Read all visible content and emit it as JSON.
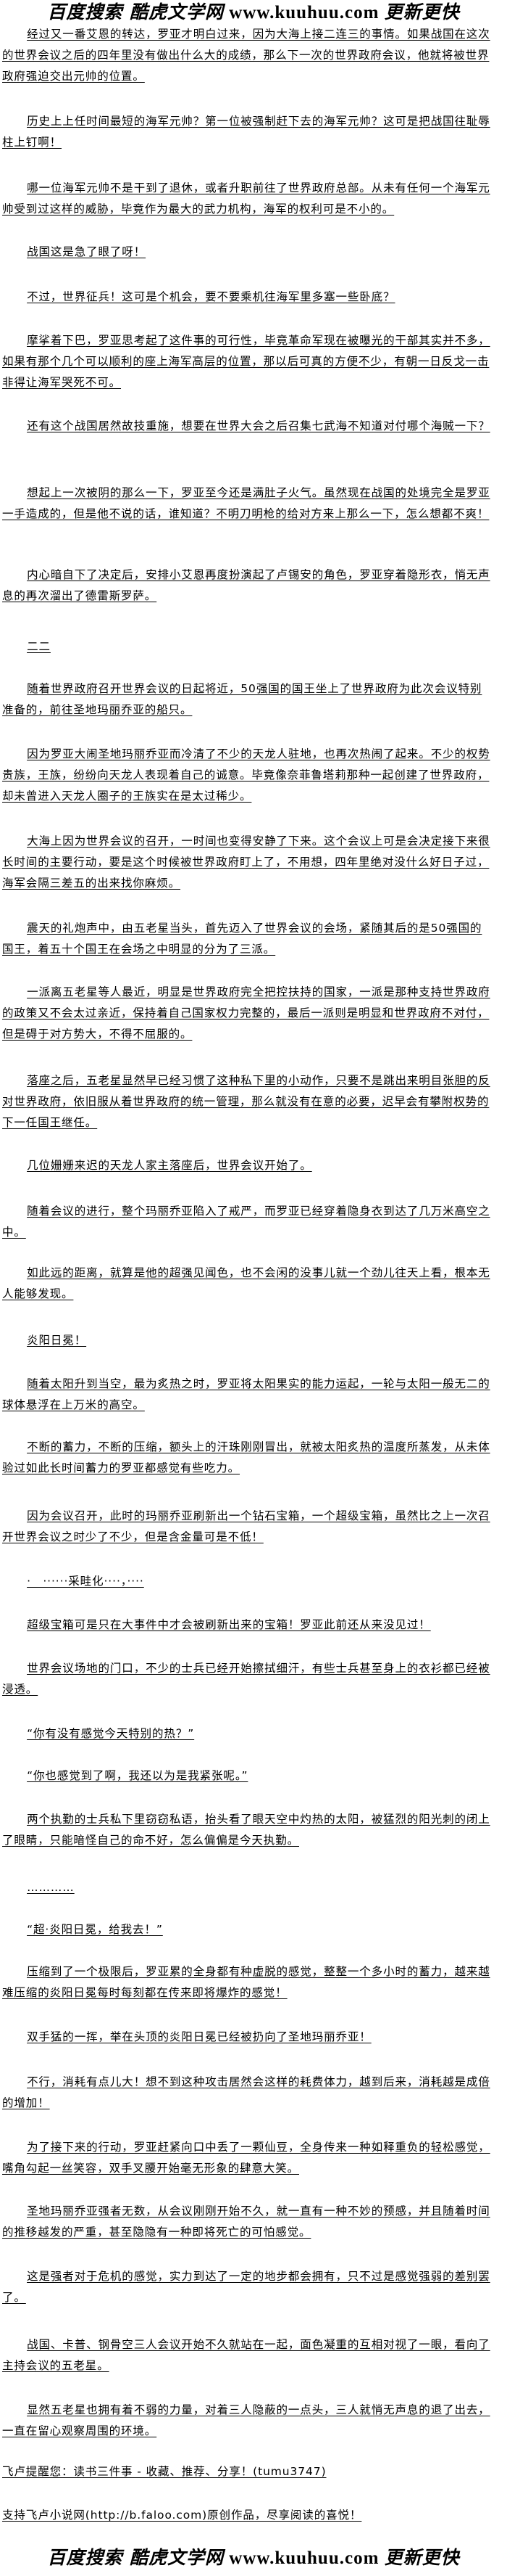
{
  "banner": {
    "left": "百度搜索 酷虎文学网",
    "url": "www.kuuhuu.com",
    "right": "更新更快"
  },
  "paragraphs": [
    "经过又一番艾恩的转达，罗亚才明白过来，因为大海上接二连三的事情。如果战国在这次的世界会议之后的四年里没有做出什么大的成绩，那么下一次的世界政府会议，他就将被世界政府强迫交出元帅的位置。",
    "历史上上任时间最短的海军元帅？第一位被强制赶下去的海军元帅？这可是把战国往耻辱柱上钉啊！",
    "哪一位海军元帅不是干到了退休，或者升职前往了世界政府总部。从未有任何一个海军元帅受到过这样的威胁，毕竟作为最大的武力机构，海军的权利可是不小的。",
    "战国这是急了眼了呀！",
    "不过，世界征兵！这可是个机会，要不要乘机往海军里多塞一些卧底？",
    "摩挲着下巴，罗亚思考起了这件事的可行性，毕竟革命军现在被曝光的干部其实并不多，如果有那个几个可以顺利的座上海军高层的位置，那以后可真的方便不少，有朝一日反戈一击非得让海军哭死不可。",
    "还有这个战国居然故技重施，想要在世界大会之后召集七武海不知道对付哪个海贼一下？",
    "想起上一次被阴的那么一下，罗亚至今还是满肚子火气。虽然现在战国的处境完全是罗亚一手造成的，但是他不说的话，谁知道？不明刀明枪的给对方来上那么一下，怎么想都不爽！",
    "内心暗自下了决定后，安排小艾恩再度扮演起了卢锡安的角色，罗亚穿着隐形衣，悄无声息的再次溜出了德雷斯罗萨。",
    "二二",
    "随着世界政府召开世界会议的日起将近，50强国的国王坐上了世界政府为此次会议特别准备的，前往圣地玛丽乔亚的船只。",
    "因为罗亚大闹圣地玛丽乔亚而冷清了不少的天龙人驻地，也再次热闹了起来。不少的权势贵族，王族，纷纷向天龙人表现着自己的诚意。毕竟像奈菲鲁塔莉那种一起创建了世界政府，却未曾进入天龙人圈子的王族实在是太过稀少。",
    "大海上因为世界会议的召开，一时间也变得安静了下来。这个会议上可是会决定接下来很长时间的主要行动，要是这个时候被世界政府盯上了，不用想，四年里绝对没什么好日子过，海军会隔三差五的出来找你麻烦。",
    "震天的礼炮声中，由五老星当头，首先迈入了世界会议的会场，紧随其后的是50强国的国王，着五十个国王在会场之中明显的分为了三派。",
    "一派离五老星等人最近，明显是世界政府完全把控扶持的国家，一派是那种支持世界政府的政策又不会太过亲近，保持着自己国家权力完整的，最后一派则是明显和世界政府不对付，但是碍于对方势大，不得不屈服的。",
    "落座之后，五老星显然早已经习惯了这种私下里的小动作，只要不是跳出来明目张胆的反对世界政府，依旧服从着世界政府的统一管理，那么就没有在意的必要，迟早会有攀附权势的下一任国王继任。",
    "几位姗姗来迟的天龙人家主落座后，世界会议开始了。",
    "随着会议的进行，整个玛丽乔亚陷入了戒严，而罗亚已经穿着隐身衣到达了几万米高空之中。",
    "如此远的距离，就算是他的超强见闻色，也不会闲的没事儿就一个劲儿往天上看，根本无人能够发现。",
    "炎阳日冕！",
    "随着太阳升到当空，最为炙热之时，罗亚将太阳果实的能力运起，一轮与太阳一般无二的球体悬浮在上万米的高空。",
    "不断的蓄力，不断的压缩，额头上的汗珠刚刚冒出，就被太阳炙热的温度所蒸发，从未体验过如此长时间蓄力的罗亚都感觉有些吃力。",
    "因为会议召开，此时的玛丽乔亚刷新出一个钻石宝箱，一个超级宝箱，虽然比之上一次召开世界会议之时少了不少，但是含金量可是不低！",
    "·　······采畦化····，····",
    "超级宝箱可是只在大事件中才会被刷新出来的宝箱！罗亚此前还从来没见过！",
    "世界会议场地的门口，不少的士兵已经开始擦拭细汗，有些士兵甚至身上的衣衫都已经被浸透。",
    "“你有没有感觉今天特别的热？”",
    "“你也感觉到了啊，我还以为是我紧张呢。”",
    "两个执勤的士兵私下里窃窃私语，抬头看了眼天空中灼热的太阳，被猛烈的阳光刺的闭上了眼睛，只能暗怪自己的命不好，怎么偏偏是今天执勤。",
    "…………",
    "“超·炎阳日冕，给我去！”",
    "压缩到了一个极限后，罗亚累的全身都有种虚脱的感觉，整整一个多小时的蓄力，越来越难压缩的炎阳日冕每时每刻都在传来即将爆炸的感觉！",
    "双手猛的一挥，举在头顶的炎阳日冕已经被扔向了圣地玛丽乔亚！",
    "不行，消耗有点儿大！想不到这种攻击居然会这样的耗费体力，越到后来，消耗越是成倍的增加！",
    "为了接下来的行动，罗亚赶紧向口中丢了一颗仙豆，全身传来一种如释重负的轻松感觉，嘴角勾起一丝笑容，双手叉腰开始毫无形象的肆意大笑。",
    "圣地玛丽乔亚强者无数，从会议刚刚开始不久，就一直有一种不妙的预感，并且随着时间的推移越发的严重，甚至隐隐有一种即将死亡的可怕感觉。",
    "这是强者对于危机的感觉，实力到达了一定的地步都会拥有，只不过是感觉强弱的差别罢了。",
    "战国、卡普、钢骨空三人会议开始不久就站在一起，面色凝重的互相对视了一眼，看向了主持会议的五老星。",
    "显然五老星也拥有着不弱的力量，对着三人隐蔽的一点头，三人就悄无声息的退了出去，一直在留心观察周围的环境。"
  ],
  "notes": [
    "飞卢提醒您：读书三件事 - 收藏、推荐、分享！(tumu3747)",
    "支持飞卢小说网(http://b.faloo.com)原创作品，尽享阅读的喜悦！"
  ],
  "colors": {
    "text": "#000000",
    "background": "#ffffff"
  }
}
